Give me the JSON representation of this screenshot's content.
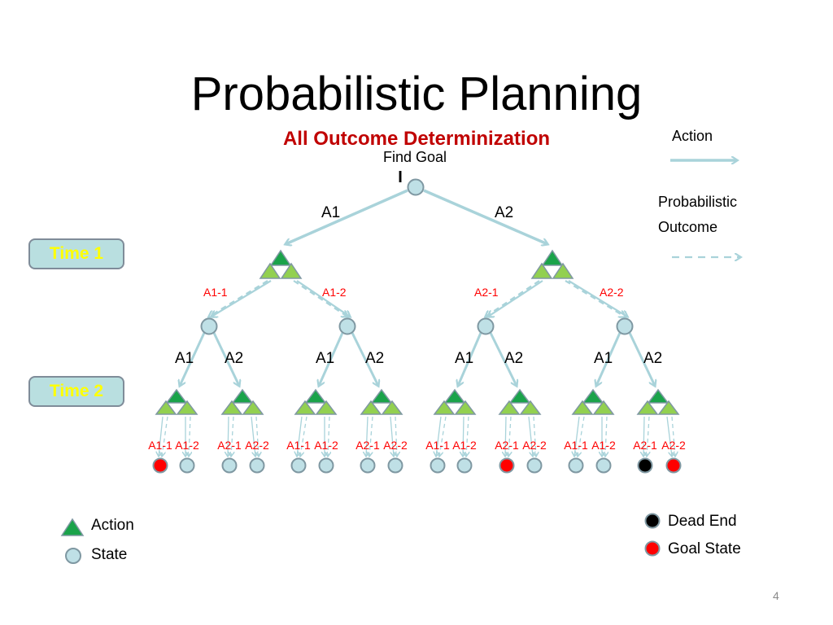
{
  "slide": {
    "title": "Probabilistic Planning",
    "subtitle": "All Outcome Determinization",
    "page_number": "4"
  },
  "root": {
    "label": "Find Goal",
    "marker": "I"
  },
  "level1_actions": [
    "A1",
    "A2"
  ],
  "level1_outcomes": [
    "A1-1",
    "A1-2",
    "A2-1",
    "A2-2"
  ],
  "level2_actions": [
    "A1",
    "A2",
    "A1",
    "A2",
    "A1",
    "A2",
    "A1",
    "A2"
  ],
  "leaf_outcomes": [
    "A1-1",
    "A1-2",
    "A2-1",
    "A2-2",
    "A1-1",
    "A1-2",
    "A2-1",
    "A2-2",
    "A1-1",
    "A1-2",
    "A2-1",
    "A2-2",
    "A1-1",
    "A1-2",
    "A2-1",
    "A2-2"
  ],
  "leaf_states": [
    "goal",
    "normal",
    "normal",
    "normal",
    "normal",
    "normal",
    "normal",
    "normal",
    "normal",
    "normal",
    "goal",
    "normal",
    "normal",
    "normal",
    "dead",
    "goal"
  ],
  "time_labels": [
    "Time 1",
    "Time 2"
  ],
  "legend_top": {
    "action": "Action",
    "prob_outcome": "Probabilistic Outcome"
  },
  "legend_bottom_left": {
    "action": "Action",
    "state": "State"
  },
  "legend_bottom_right": {
    "dead_end": "Dead End",
    "goal_state": "Goal State"
  },
  "colors": {
    "edge": "#a9d3da",
    "state_fill": "#bfe0e6",
    "state_stroke": "#7f98a2",
    "triangle_dark": "#1aa34a",
    "triangle_light": "#92d050",
    "goal": "#ff0000",
    "dead": "#000000",
    "outcome_text": "#ff0000"
  }
}
